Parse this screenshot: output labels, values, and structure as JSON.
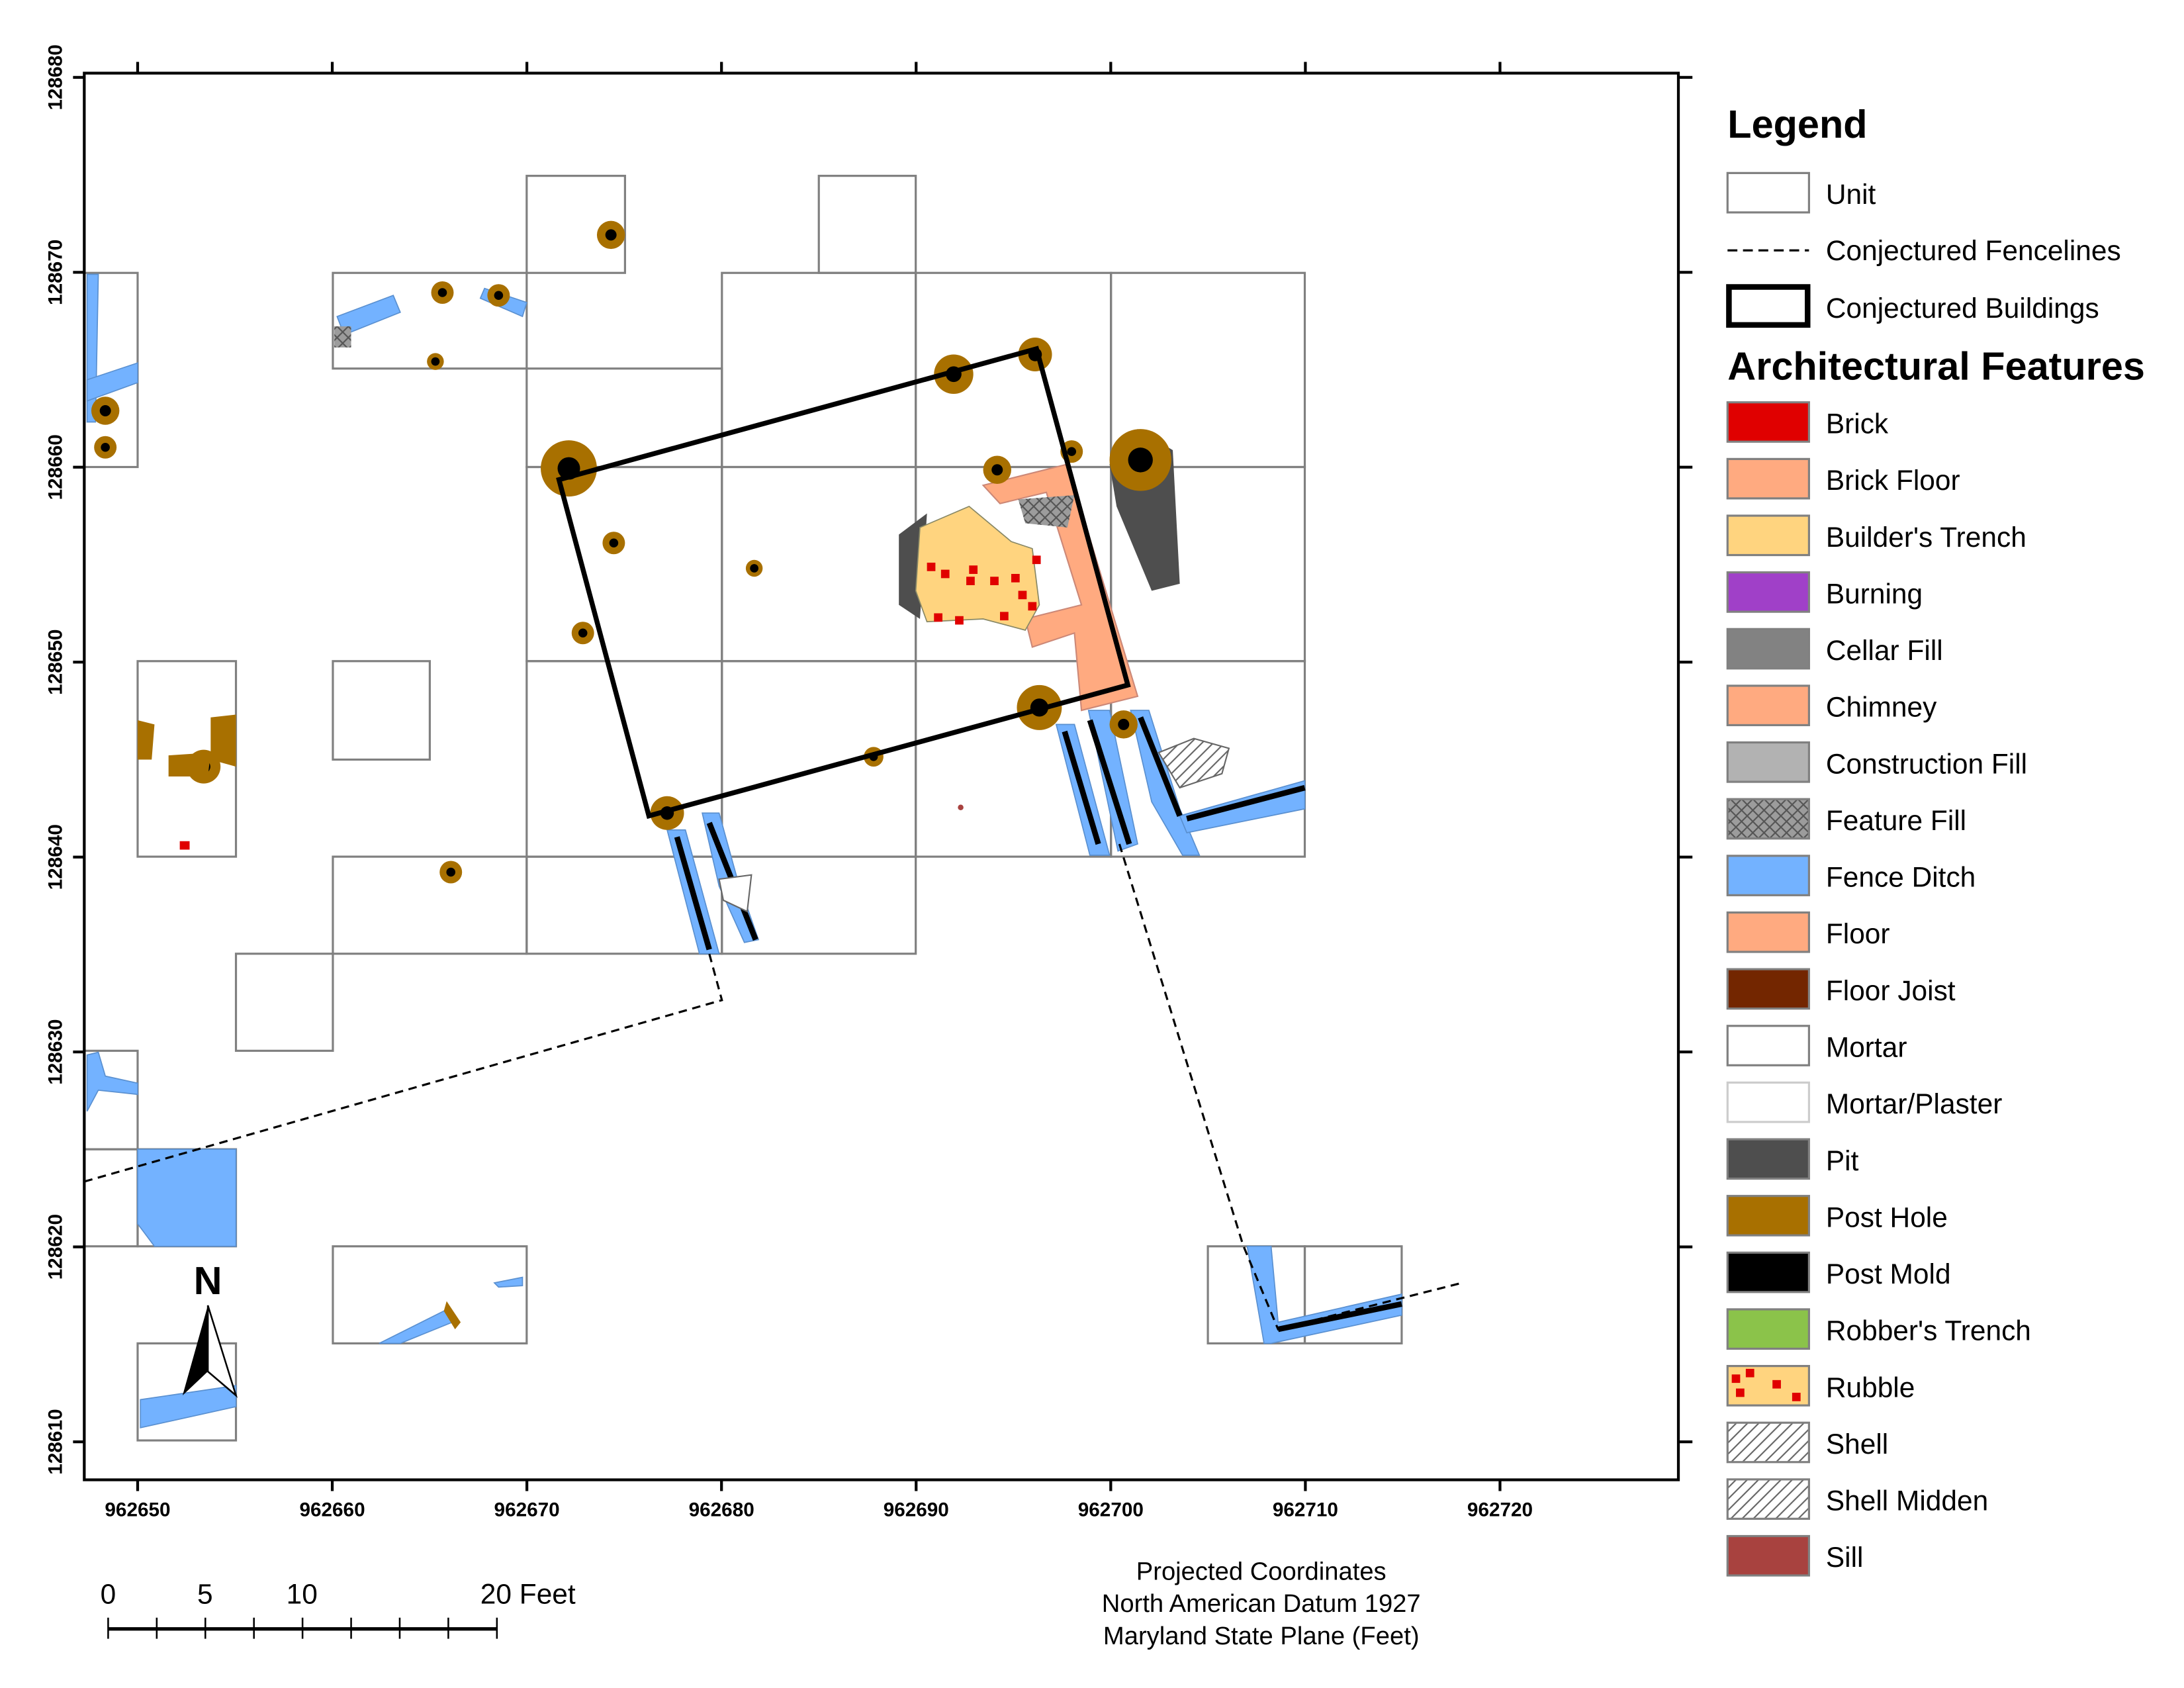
{
  "legend": {
    "title": "Legend",
    "unit_label": "Unit",
    "fenceline_label": "Conjectured Fencelines",
    "building_label": "Conjectured Buildings",
    "features_title": "Architectural Features",
    "features": [
      {
        "label": "Brick",
        "color": "#e00000",
        "pattern": "solid"
      },
      {
        "label": "Brick Floor",
        "color": "#ffaa80",
        "pattern": "solid"
      },
      {
        "label": "Builder's Trench",
        "color": "#ffd47f",
        "pattern": "solid"
      },
      {
        "label": "Burning",
        "color": "#a040c8",
        "pattern": "solid"
      },
      {
        "label": "Cellar Fill",
        "color": "#828282",
        "pattern": "solid"
      },
      {
        "label": "Chimney",
        "color": "#ffaa80",
        "pattern": "solid"
      },
      {
        "label": "Construction Fill",
        "color": "#b2b2b2",
        "pattern": "solid"
      },
      {
        "label": "Feature Fill",
        "color": "#9c9c9c",
        "pattern": "crosshatch"
      },
      {
        "label": "Fence Ditch",
        "color": "#73b2ff",
        "pattern": "solid"
      },
      {
        "label": "Floor",
        "color": "#ffaa80",
        "pattern": "solid"
      },
      {
        "label": "Floor Joist",
        "color": "#732600",
        "pattern": "solid"
      },
      {
        "label": "Mortar",
        "color": "#ffffff",
        "pattern": "solid"
      },
      {
        "label": "Mortar/Plaster",
        "color": "#ffffff",
        "pattern": "solid-light"
      },
      {
        "label": "Pit",
        "color": "#4e4e4e",
        "pattern": "solid"
      },
      {
        "label": "Post Hole",
        "color": "#a87000",
        "pattern": "solid"
      },
      {
        "label": "Post Mold",
        "color": "#000000",
        "pattern": "solid"
      },
      {
        "label": "Robber's Trench",
        "color": "#8bc34a",
        "pattern": "solid"
      },
      {
        "label": "Rubble",
        "color": "#ffd47f",
        "pattern": "rubble"
      },
      {
        "label": "Shell",
        "color": "#ffffff",
        "pattern": "hatch"
      },
      {
        "label": "Shell Midden",
        "color": "#ffffff",
        "pattern": "hatch"
      },
      {
        "label": "Sill",
        "color": "#a8423f",
        "pattern": "solid"
      }
    ]
  },
  "axes": {
    "x_ticks": [
      "962650",
      "962660",
      "962670",
      "962680",
      "962690",
      "962700",
      "962710",
      "962720"
    ],
    "y_ticks": [
      "128680",
      "128670",
      "128660",
      "128650",
      "128640",
      "128630",
      "128620",
      "128610"
    ]
  },
  "scale_bar": {
    "labels": [
      "0",
      "5",
      "10",
      "20 Feet"
    ]
  },
  "north_arrow": {
    "label": "N"
  },
  "projection_note": [
    "Projected Coordinates",
    "North American Datum 1927",
    "Maryland State Plane (Feet)"
  ]
}
